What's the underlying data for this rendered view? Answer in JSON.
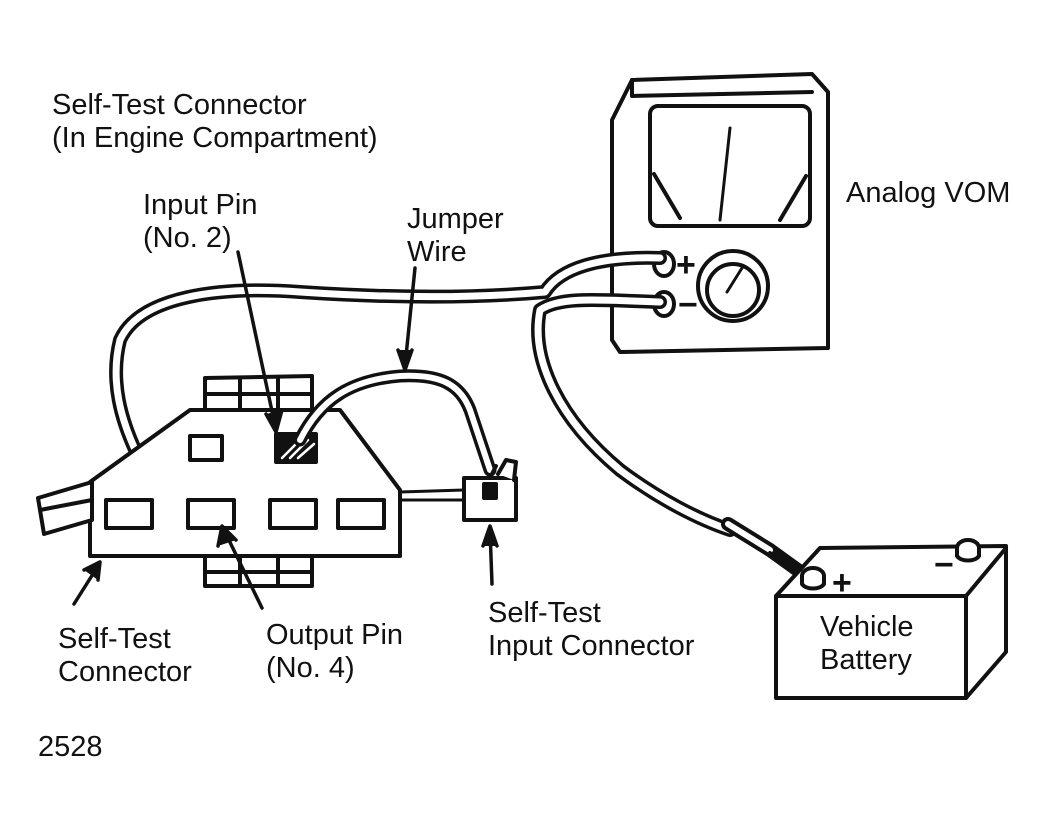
{
  "labels": {
    "self_test_connector_title": [
      "Self-Test Connector",
      "(In Engine Compartment)"
    ],
    "input_pin": [
      "Input Pin",
      "(No. 2)"
    ],
    "jumper_wire": [
      "Jumper",
      "Wire"
    ],
    "analog_vom": "Analog VOM",
    "self_test_connector": [
      "Self-Test",
      "Connector"
    ],
    "output_pin": [
      "Output Pin",
      "(No. 4)"
    ],
    "self_test_input_connector": [
      "Self-Test",
      "Input Connector"
    ],
    "vehicle_battery": [
      "Vehicle",
      "Battery"
    ],
    "figure_number": "2528"
  },
  "symbols": {
    "vom_plus": "+",
    "vom_minus": "−",
    "battery_plus": "+",
    "battery_minus": "−"
  },
  "colors": {
    "ink": "#111111",
    "paper": "#ffffff"
  }
}
